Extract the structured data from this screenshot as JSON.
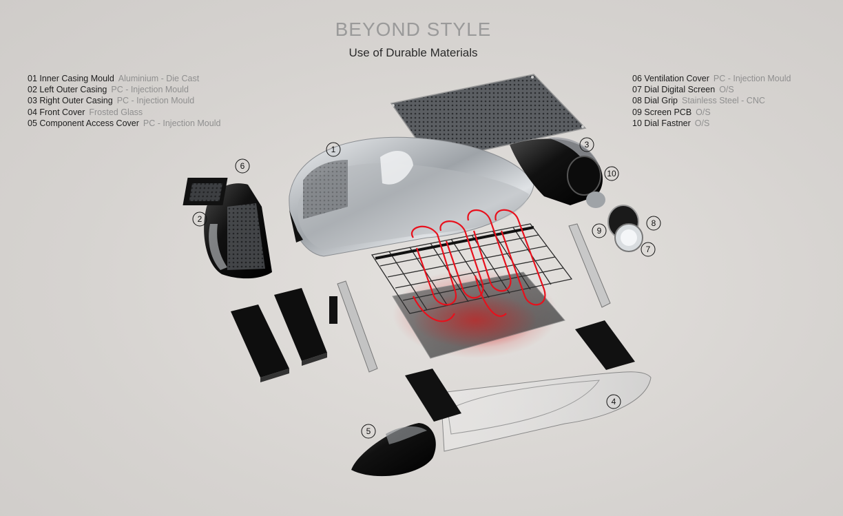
{
  "header": {
    "title": "BEYOND STYLE",
    "subtitle": "Use of Durable Materials"
  },
  "legend_left": [
    {
      "name": "01 Inner Casing Mould",
      "material": "Aluminium - Die Cast"
    },
    {
      "name": "02 Left Outer Casing",
      "material": "PC - Injection Mould"
    },
    {
      "name": "03 Right Outer Casing",
      "material": "PC - Injection Mould"
    },
    {
      "name": "04 Front Cover",
      "material": "Frosted Glass"
    },
    {
      "name": "05 Component Access Cover",
      "material": "PC - Injection Mould"
    }
  ],
  "legend_right": [
    {
      "name": "06 Ventilation Cover",
      "material": "PC - Injection Mould"
    },
    {
      "name": "07 Dial Digital Screen",
      "material": "O/S"
    },
    {
      "name": "08 Dial Grip",
      "material": "Stainless Steel - CNC"
    },
    {
      "name": "09 Screen PCB",
      "material": "O/S"
    },
    {
      "name": "10 Dial Fastner",
      "material": "O/S"
    }
  ],
  "callouts": [
    "1",
    "2",
    "3",
    "4",
    "5",
    "6",
    "7",
    "8",
    "9",
    "10"
  ],
  "colors": {
    "heating_element": "#e8101c",
    "dark_part": "#1a1a1a",
    "chrome": "#c9ccd0"
  }
}
